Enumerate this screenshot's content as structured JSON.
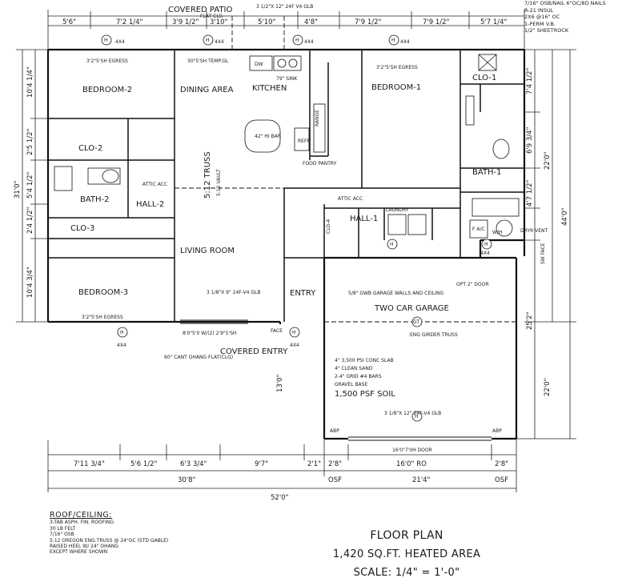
{
  "title": "FLOOR PLAN",
  "heated_area": "1,420 SQ.FT. HEATED AREA",
  "scale": "SCALE: 1/4\" = 1'-0\"",
  "rooms": {
    "bedroom2": "BEDROOM-2",
    "bedroom1": "BEDROOM-1",
    "bedroom3": "BEDROOM-3",
    "dining": "DINING AREA",
    "kitchen": "KITCHEN",
    "living": "LIVING ROOM",
    "clo2": "CLO-2",
    "clo3": "CLO-3",
    "clo1": "CLO-1",
    "clo4": "CLO-4",
    "bath2": "BATH-2",
    "bath1": "BATH-1",
    "hall2": "HALL-2",
    "hall1": "HALL-1",
    "laundry": "LAUNDRY",
    "entry": "ENTRY",
    "garage": "TWO CAR GARAGE",
    "covered_entry": "COVERED ENTRY",
    "covered_patio": "COVERED PATIO",
    "food_pantry": "FOOD PANTRY"
  },
  "labels": {
    "truss": "5:12 TRUSS",
    "vault": "5:12 VAULT",
    "egress2": "3'2\"5'SH EGRESS",
    "egress1": "3'2\"5'SH EGRESS",
    "egress3": "3'2\"5'SH EGRESS",
    "temp": "30\"5'SH TEMP.GL",
    "beam_patio": "3 1/2\"X 12\" 24F V4 GLB",
    "flat_clg": "FLAT CLG",
    "beam_living": "3 1/8\"X 9\" 24F-V4 GLB",
    "beam_garage": "3 1/8\"X 12\" 24F-V4 GLB",
    "garage_walls": "5/8\" GWB GARAGE WALLS AND CEILING",
    "opt_door": "OPT 2\" DOOR",
    "eng_girder": "ENG GIRDER TRUSS",
    "gt": "GT",
    "slab": "4\" 3,500 PSI CONC SLAB",
    "sand": "4\" CLEAN SAND",
    "grid": "2-4\" GRID #4 BARS",
    "gravel": "GRAVEL BASE",
    "soil": "1,500 PSF SOIL",
    "door": "16'0\"7'0H DOOR",
    "abp": "ABP",
    "osf": "OSF",
    "header": "4X4",
    "h": "H",
    "face": "FACE",
    "window_front": "8'0\"5'0 W/(2) 2'9\"5'SH",
    "cant": "60\" CANT OHANG FLAT(CLG)",
    "wh": "W/H",
    "dryr": "DRYR VENT",
    "attic": "ATTIC ACC",
    "dw": "DW",
    "refr": "REFR",
    "range": "RANGE",
    "bar": "42\" HI BAR",
    "sink": "79\" SINK",
    "fa": "F A/C",
    "sw_face": "SW FACE"
  },
  "dims_top": [
    "5'6\"",
    "7'2 1/4\"",
    "3'9 1/2\"",
    "3'10\"",
    "5'10\"",
    "4'8\"",
    "7'9 1/2\"",
    "7'9 1/2\"",
    "5'7 1/4\""
  ],
  "dims_bottom": [
    "7'11 3/4\"",
    "5'6 1/2\"",
    "6'3 3/4\"",
    "9'7\"",
    "2'1\"",
    "2'8\"",
    "16'0\" RO",
    "2'8\""
  ],
  "dims_overall": [
    "30'8\"",
    "21'4\"",
    "52'0\""
  ],
  "dims_left": [
    "10'4 1/4\"",
    "2'5 1/2\"",
    "5'4 1/2\"",
    "2'4 1/2\"",
    "10'4 3/4\""
  ],
  "dims_left_total": "31'0\"",
  "dims_right": [
    "7'4 1/2\"",
    "6'9 3/4\"",
    "4'7 1/2\"",
    "22'0\"",
    "44'0\"",
    "25'2\"",
    "22'0\""
  ],
  "dims_garage_depth": "13'0\"",
  "roof_notes": {
    "heading": "ROOF/CEILING:",
    "lines": [
      "3-TAB ASPH. FIN. ROOFING",
      "30 LB FELT",
      "7/16\" OSB",
      "5:12 OREGON ENG.TRUSS @ 24\"OC (STD GABLE)",
      "RAISED HEEL W/ 24\" OHANG",
      "EXCEPT WHERE SHOWN"
    ]
  },
  "wall_notes": [
    "7/16\" OSB/NAIL 6\"OC/8D NAILS",
    "R-21 INSUL",
    "2X6 @16\" OC",
    "1-PERM V.B.",
    "1/2\" SHEETROCK"
  ]
}
